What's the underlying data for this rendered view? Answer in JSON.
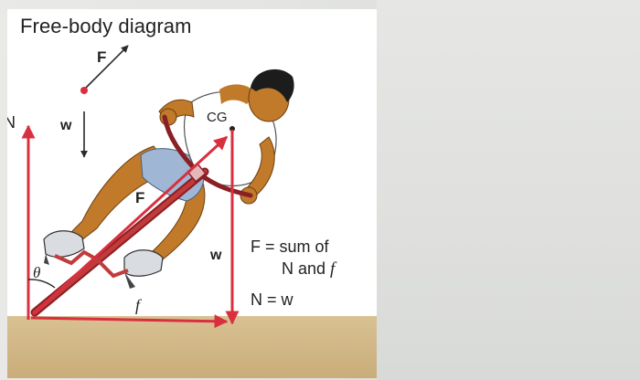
{
  "title": "Free-body diagram",
  "labels": {
    "force_legend": "F",
    "weight_legend": "w",
    "normal": "N",
    "angle": "θ",
    "cg": "CG",
    "force_on_bar": "F",
    "weight_on_cg": "w",
    "friction": "f"
  },
  "equations": {
    "line1": "F = sum of",
    "line2": "N and ",
    "line2_symbol": "f",
    "line3": "N = w"
  },
  "colors": {
    "force_arrow": "#d8303e",
    "ground": "#cdb487",
    "skin": "#c07a2a",
    "shorts": "#9fb7d4",
    "tank_top": "#ffffff",
    "pogo_stick": "#c23a3a"
  }
}
